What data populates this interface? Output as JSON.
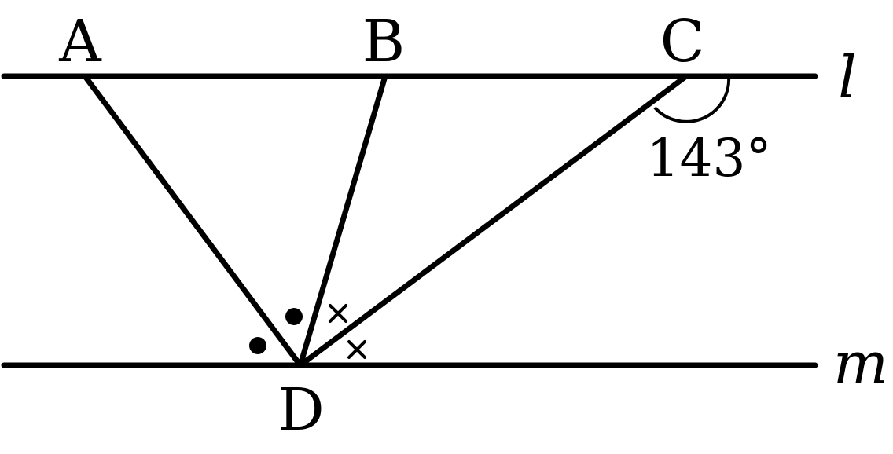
{
  "points": {
    "A": "A",
    "B": "B",
    "C": "C",
    "D": "D"
  },
  "lines": {
    "l": "l",
    "m": "m"
  },
  "angle": {
    "value_label": "143°"
  },
  "angle_marks": {
    "dot_symbol": "●",
    "cross_symbol": "×"
  },
  "colors": {
    "stroke": "#000000",
    "background": "#ffffff"
  }
}
